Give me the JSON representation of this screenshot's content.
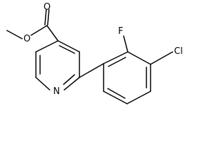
{
  "diagram": {
    "type": "chemical-structure",
    "atoms": {
      "O_carbonyl": "O",
      "O_ester": "O",
      "N_ring": "N",
      "F": "F",
      "Cl": "Cl"
    }
  }
}
